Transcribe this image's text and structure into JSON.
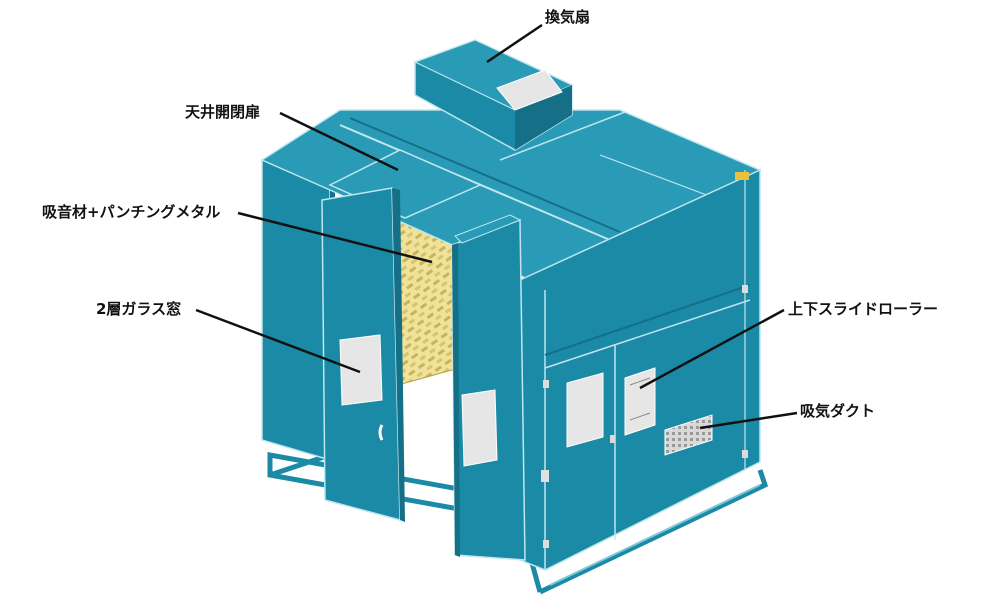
{
  "labels": {
    "exhaust_fan": "換気扇",
    "ceiling_door": "天井開閉扉",
    "absorber": "吸音材+パンチングメタル",
    "window": "2層ガラス窓",
    "roller": "上下スライドローラー",
    "intake_duct": "吸気ダクト"
  },
  "colors": {
    "panel_front": "#1b8aa6",
    "panel_dark": "#156f87",
    "panel_top": "#2a9bb6",
    "edge": "#bfe6ee",
    "window": "#e6e6e6",
    "absorber": "#efe29a",
    "leader": "#111111"
  }
}
